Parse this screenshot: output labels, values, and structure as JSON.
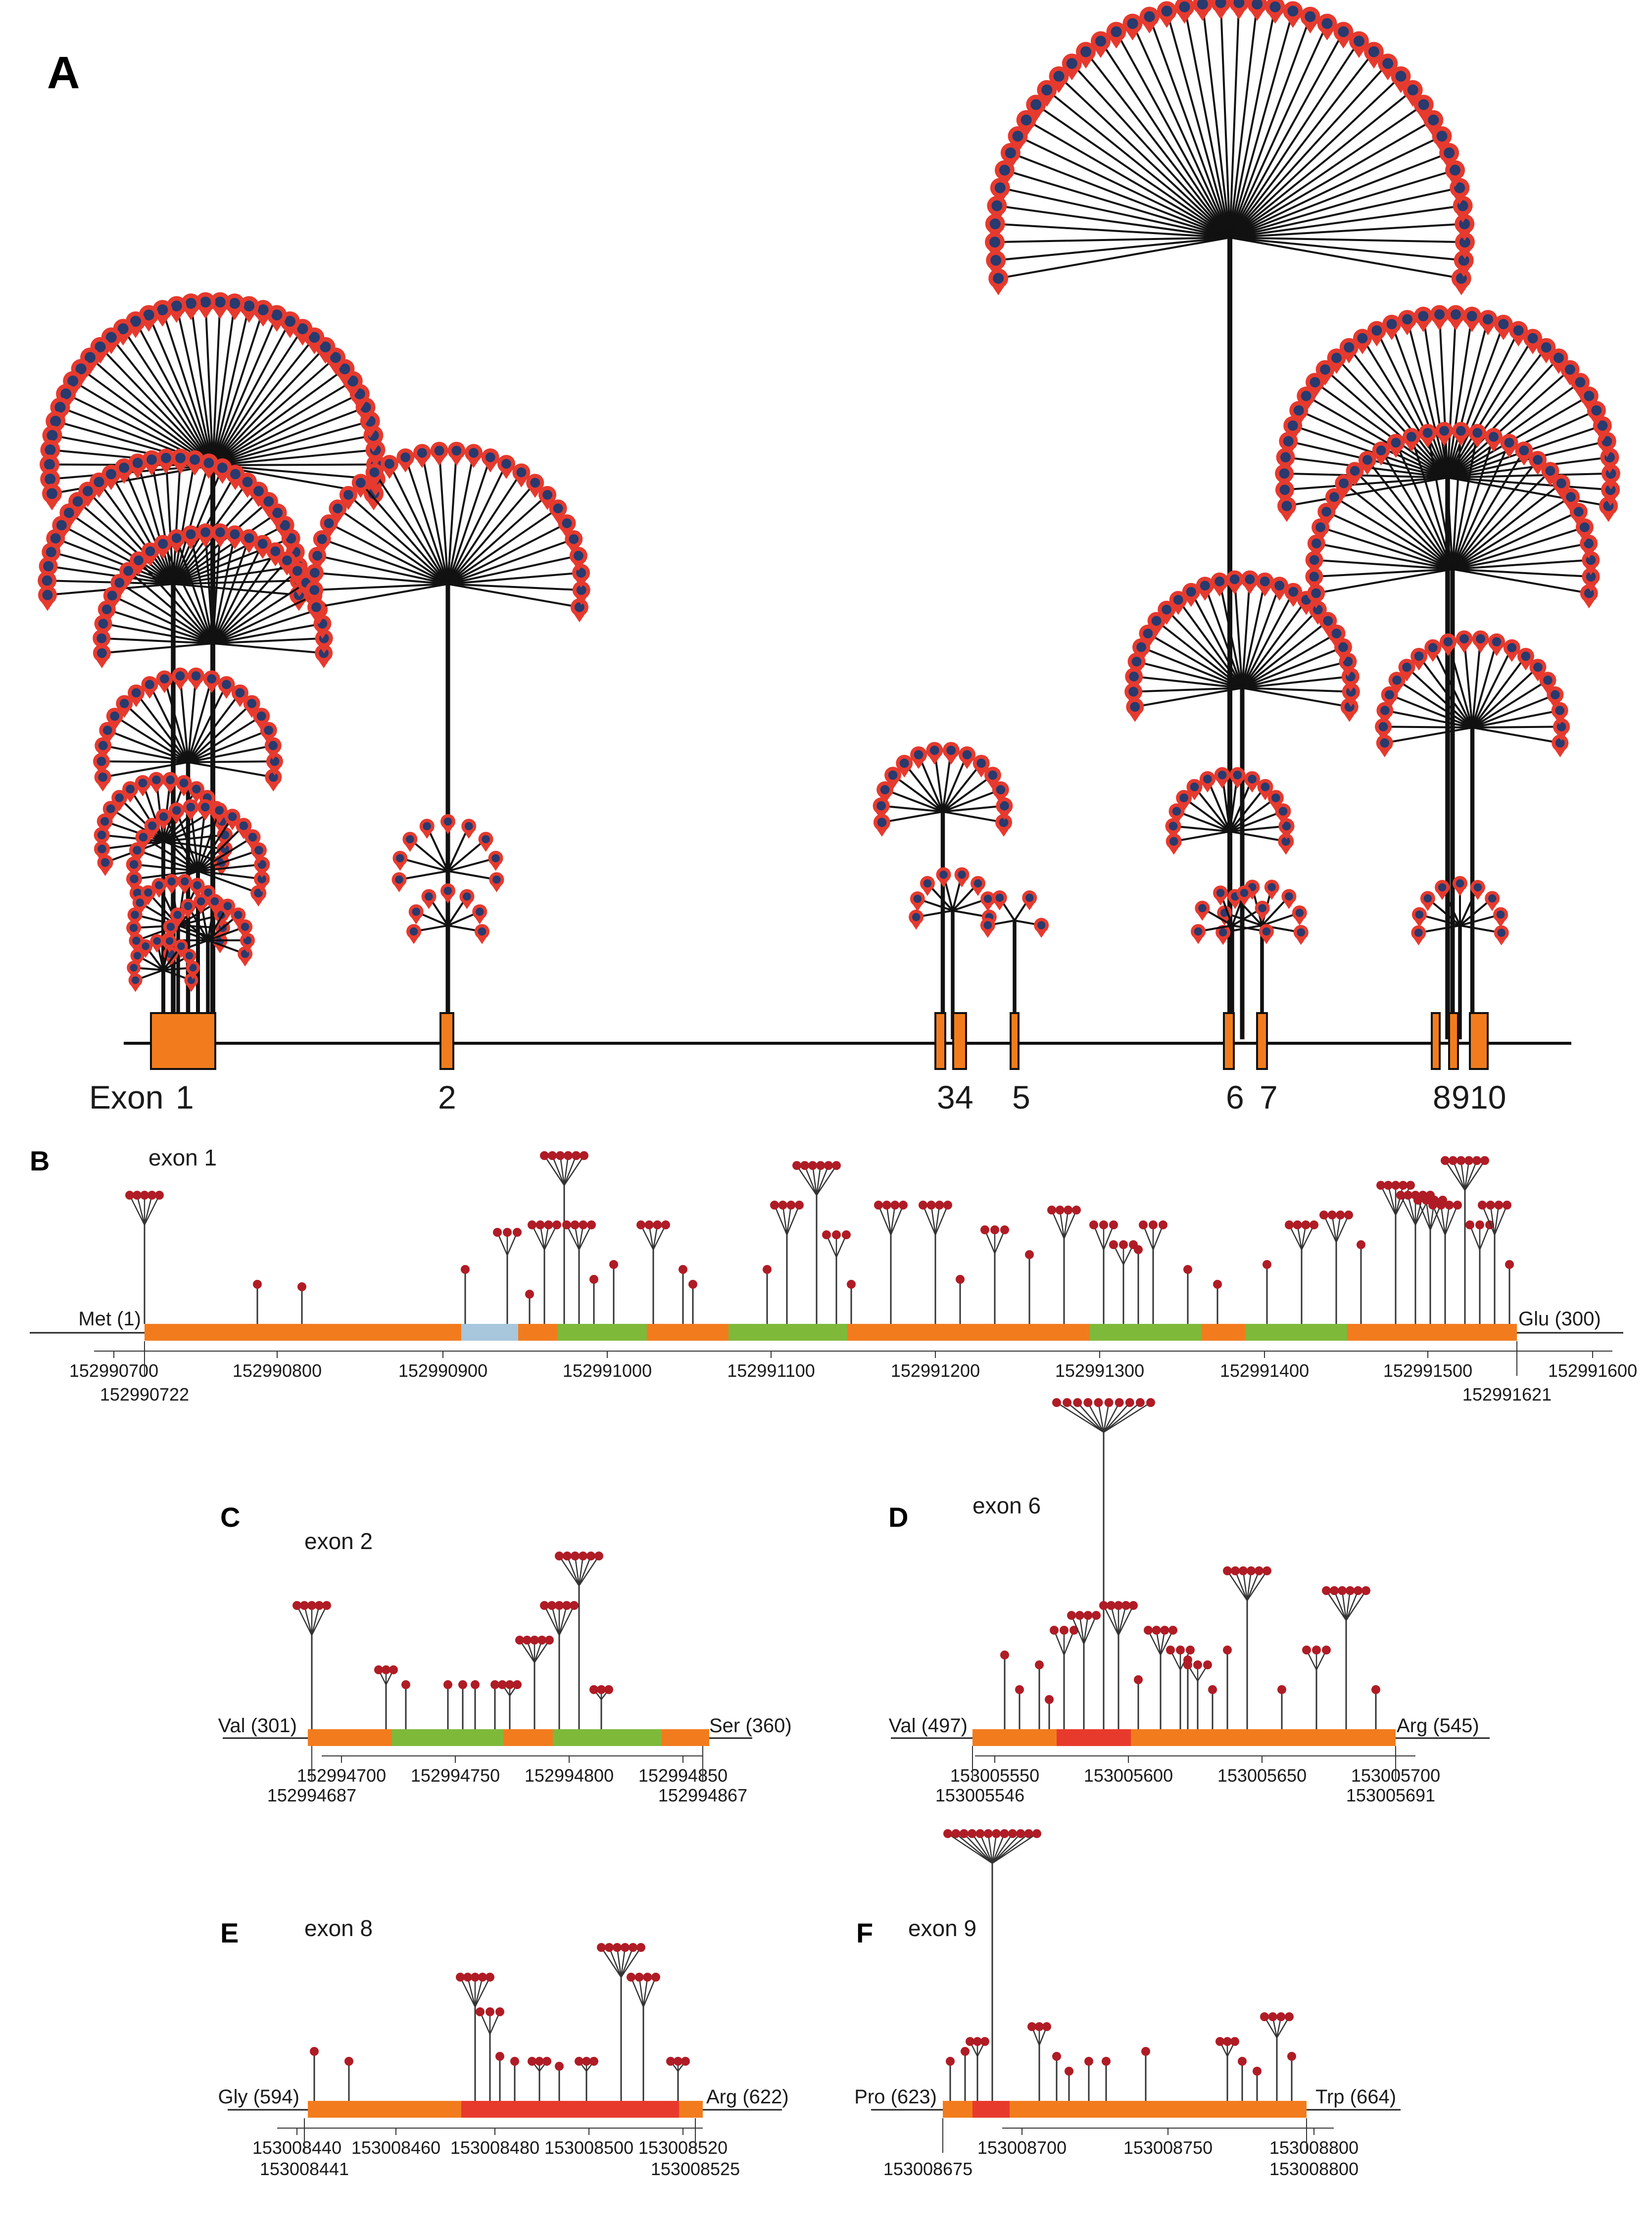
{
  "colors": {
    "line": "#111111",
    "head_outer": "#e63a2e",
    "head_inner": "#283a6e",
    "exon_orange": "#f27c1d",
    "exon_blue": "#a8c6dc",
    "exon_green": "#7fb93a",
    "exon_red": "#e83a2c",
    "lollipop_head": "#b01c25"
  },
  "panel_a": {
    "letter": "A",
    "exon_word": "Exon",
    "exon_labels": [
      "1",
      "2",
      "3",
      "4",
      "5",
      "6",
      "7",
      "8",
      "9",
      "10"
    ]
  },
  "panel_b": {
    "letter": "B",
    "title": "exon 1",
    "left_label": "Met (1)",
    "right_label": "Glu (300)",
    "ticks": [
      "152990700",
      "152990800",
      "152990900",
      "152991000",
      "152991100",
      "152991200",
      "152991300",
      "152991400",
      "152991500",
      "152991600"
    ],
    "start_coord": "152990722",
    "end_coord": "152991621"
  },
  "panel_c": {
    "letter": "C",
    "title": "exon 2",
    "left_label": "Val (301)",
    "right_label": "Ser (360)",
    "ticks": [
      "152994700",
      "152994750",
      "152994800",
      "152994850"
    ],
    "start_coord": "152994687",
    "end_coord": "152994867"
  },
  "panel_d": {
    "letter": "D",
    "title": "exon 6",
    "left_label": "Val (497)",
    "right_label": "Arg (545)",
    "ticks": [
      "153005550",
      "153005600",
      "153005650",
      "153005700"
    ],
    "start_coord": "153005546",
    "end_coord": "153005691"
  },
  "panel_e": {
    "letter": "E",
    "title": "exon 8",
    "left_label": "Gly (594)",
    "right_label": "Arg (622)",
    "ticks": [
      "153008440",
      "153008460",
      "153008480",
      "153008500",
      "153008520"
    ],
    "start_coord": "153008441",
    "end_coord": "153008525"
  },
  "panel_f": {
    "letter": "F",
    "title": "exon 9",
    "left_label": "Pro (623)",
    "right_label": "Trp (664)",
    "ticks": [
      "153008700",
      "153008750",
      "153008800"
    ],
    "start_coord": "153008675",
    "end_coord": "153008800"
  }
}
